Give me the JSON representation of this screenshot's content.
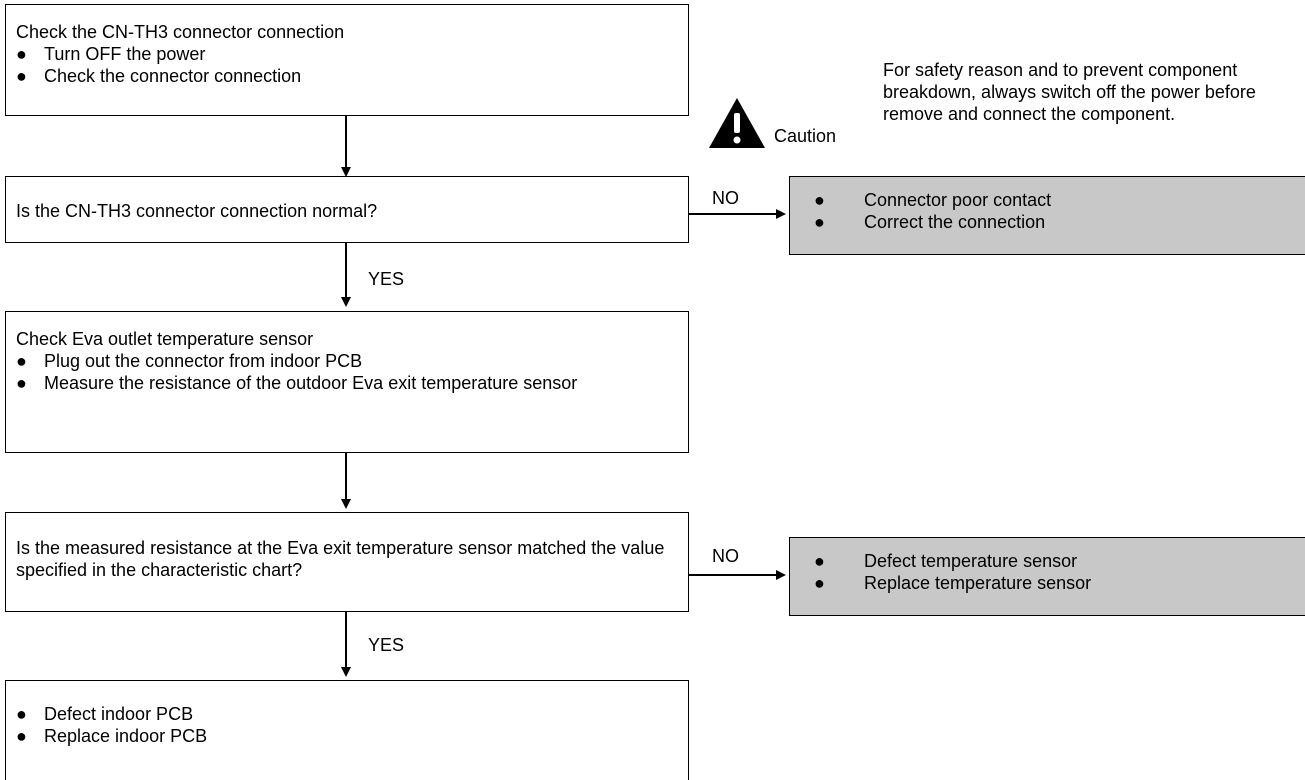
{
  "flow": {
    "step1": {
      "title": "Check the CN-TH3 connector connection",
      "bullets": [
        "Turn OFF the power",
        "Check the connector connection"
      ]
    },
    "caution": {
      "label": "Caution",
      "note": "For safety reason and to prevent component breakdown, always switch off the power before remove and connect the component."
    },
    "decision1": {
      "question": "Is the CN-TH3 connector connection normal?",
      "no_label": "NO",
      "yes_label": "YES",
      "no_result": [
        "Connector poor contact",
        "Correct the connection"
      ]
    },
    "step2": {
      "title": "Check Eva outlet temperature sensor",
      "bullets": [
        "Plug out the connector from indoor PCB",
        "Measure the resistance of the outdoor Eva exit temperature sensor"
      ]
    },
    "decision2": {
      "question": "Is the measured resistance at the Eva exit temperature sensor matched the value specified in the characteristic chart?",
      "no_label": "NO",
      "yes_label": "YES",
      "no_result": [
        "Defect temperature sensor",
        "Replace temperature sensor"
      ]
    },
    "final": {
      "bullets": [
        "Defect indoor PCB",
        "Replace indoor PCB"
      ]
    },
    "bullet_glyph": "●"
  },
  "colors": {
    "line": "#000000",
    "result_fill": "#c8c8c8",
    "box_fill": "#ffffff"
  }
}
